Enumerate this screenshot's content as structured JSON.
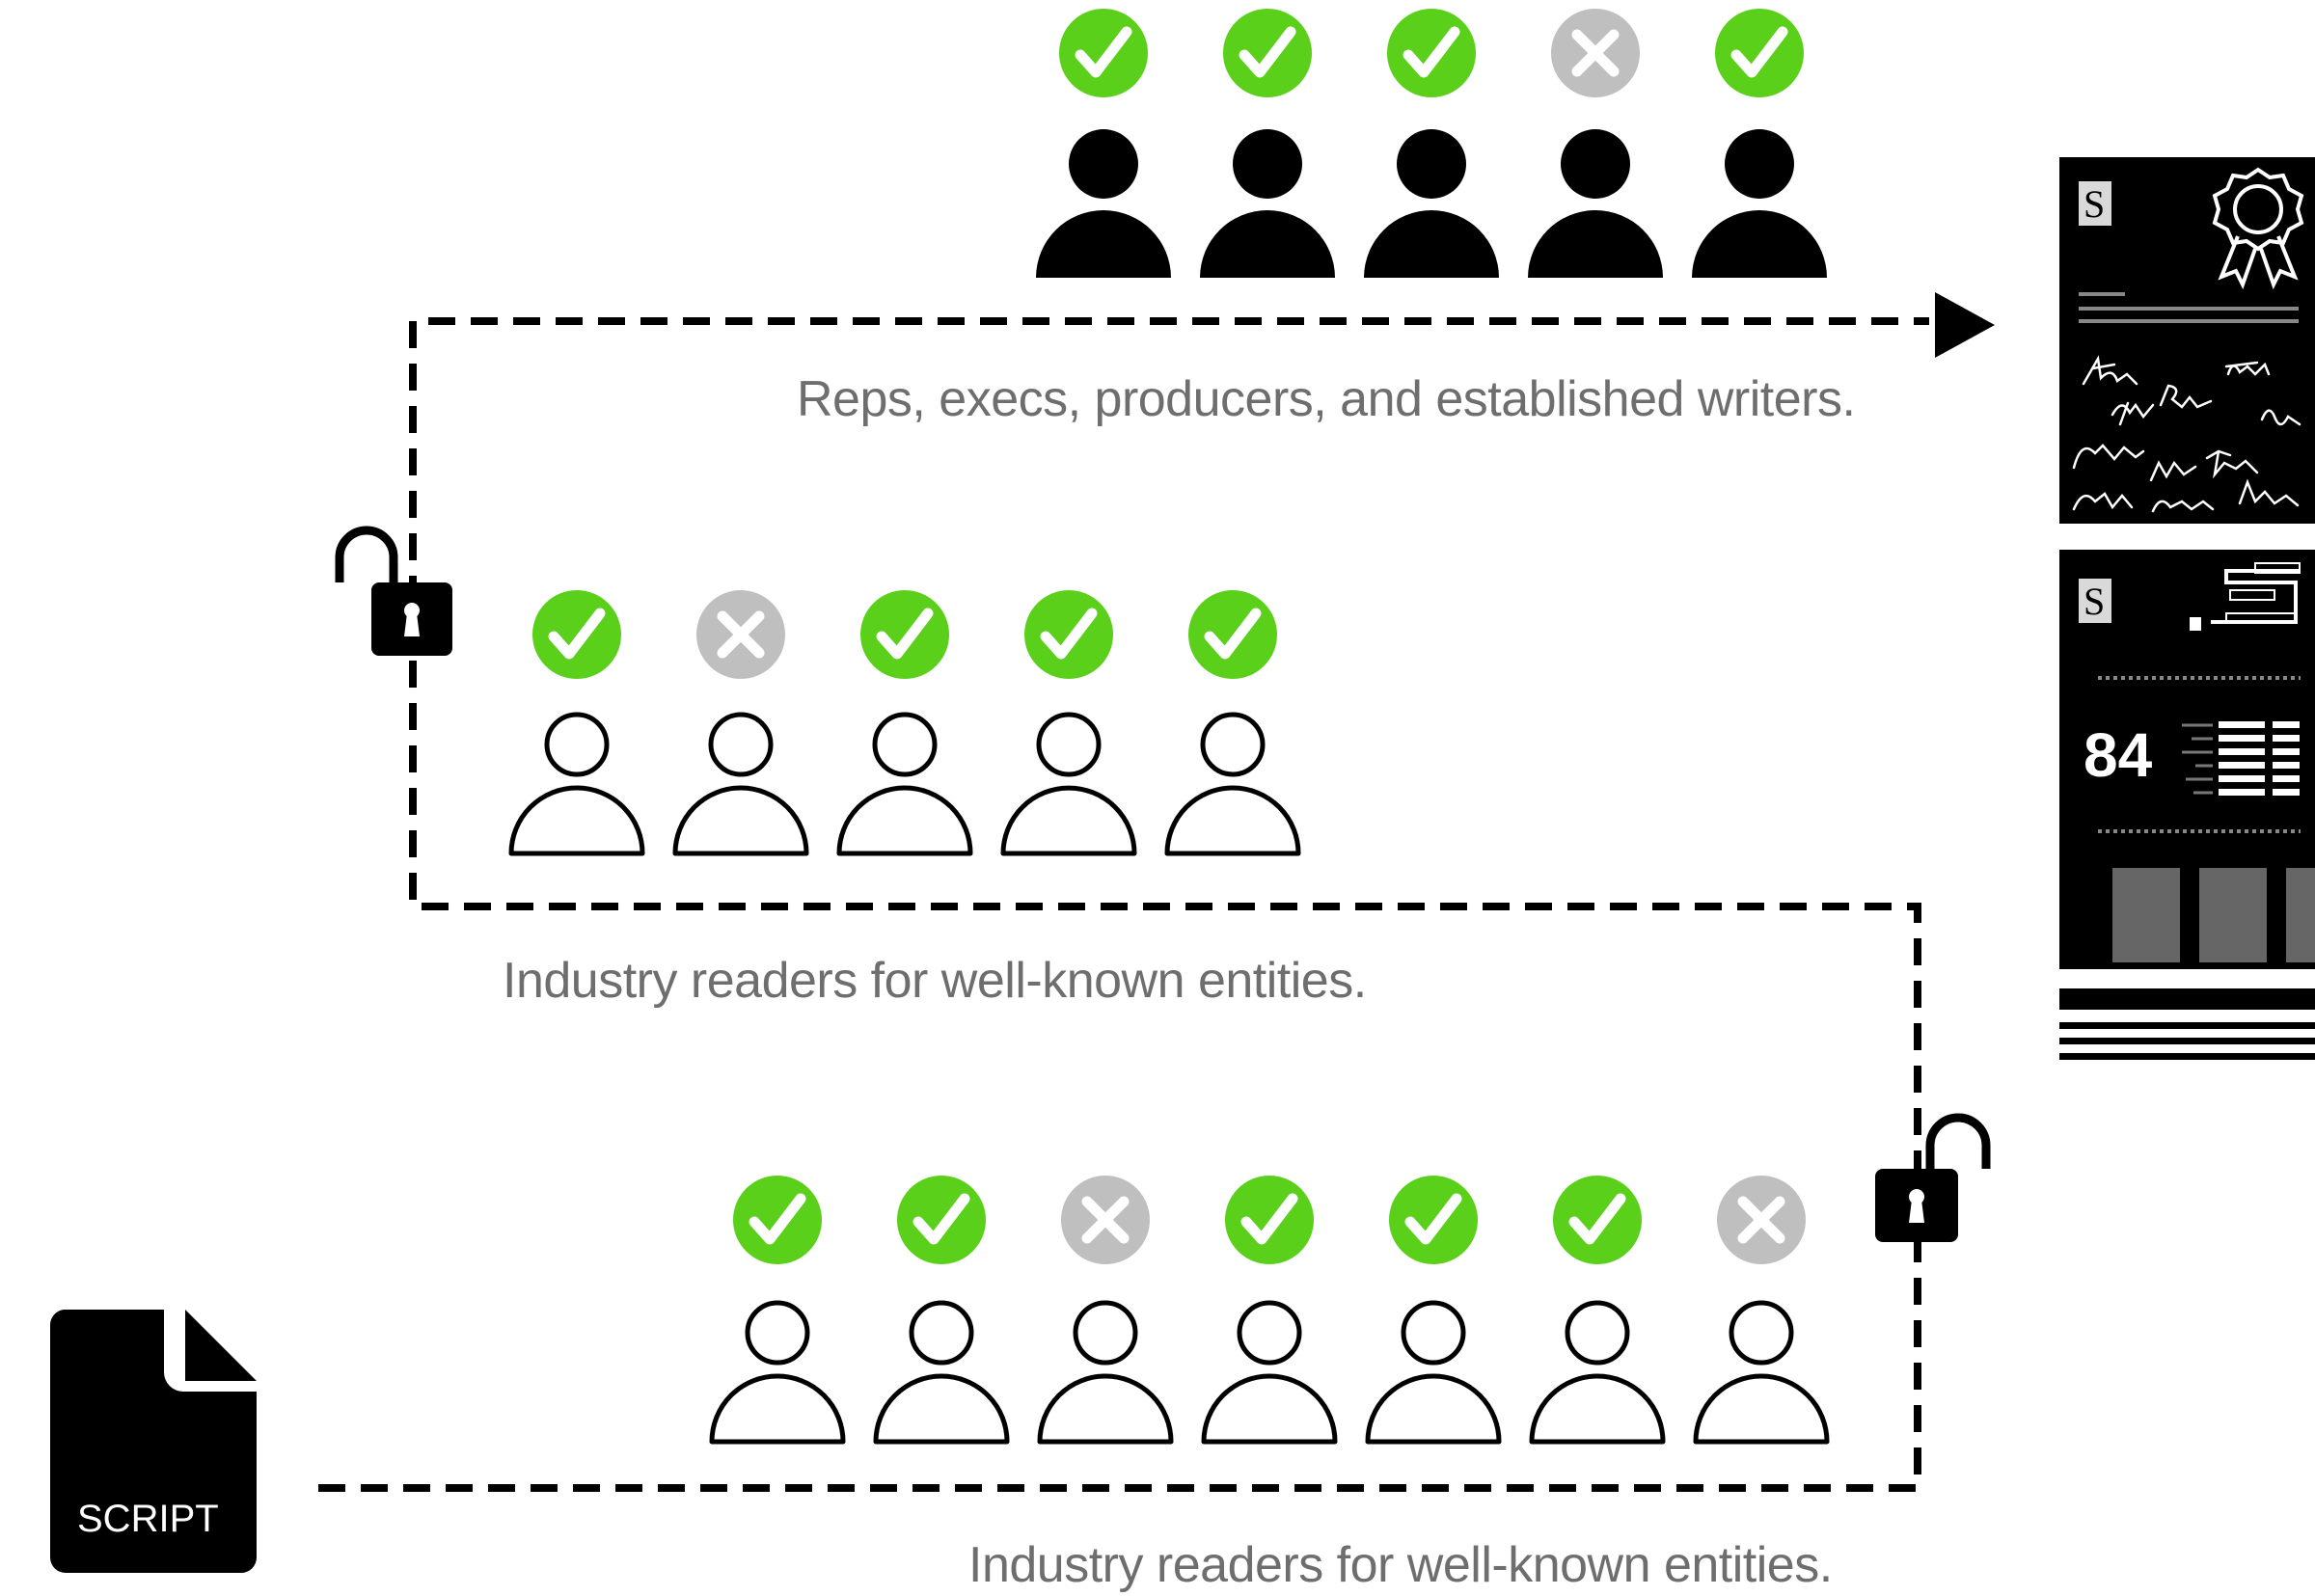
{
  "colors": {
    "pass": "#5ad01a",
    "fail": "#bfbfbf",
    "ink": "#000000",
    "caption": "#6e6e6e"
  },
  "script": {
    "label": "SCRIPT",
    "icon": "document-icon"
  },
  "tiers": [
    {
      "name": "bottom",
      "caption": "Industry readers for well-known entities.",
      "reader_style": "outline",
      "verdicts": [
        "pass",
        "pass",
        "fail",
        "pass",
        "pass",
        "pass",
        "fail"
      ]
    },
    {
      "name": "middle",
      "caption": "Industry readers for well-known entities.",
      "reader_style": "outline",
      "verdicts": [
        "pass",
        "fail",
        "pass",
        "pass",
        "pass"
      ]
    },
    {
      "name": "top",
      "caption": "Reps, execs, producers, and established writers.",
      "reader_style": "filled",
      "verdicts": [
        "pass",
        "pass",
        "pass",
        "fail",
        "pass"
      ]
    }
  ],
  "gates": [
    "unlocked-padlock-icon",
    "unlocked-padlock-icon"
  ],
  "outputs": {
    "certificate": {
      "badge": "S",
      "icon": "award-ribbon-icon"
    },
    "scorecard": {
      "badge": "S",
      "score": "84"
    }
  }
}
